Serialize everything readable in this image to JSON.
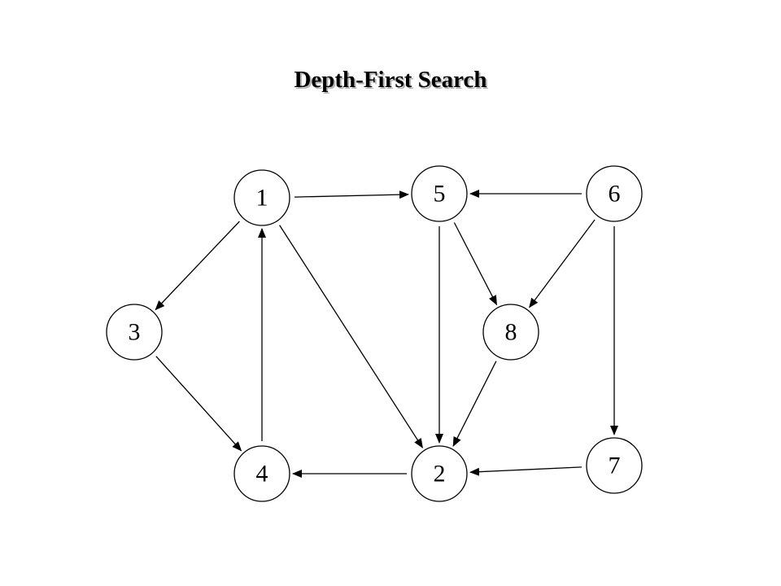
{
  "title": "Depth-First Search",
  "colors": {
    "background": "#ffffff",
    "stroke": "#000000",
    "title_shadow": "#b3b3b3"
  },
  "nodes": [
    {
      "id": "1",
      "label": "1"
    },
    {
      "id": "2",
      "label": "2"
    },
    {
      "id": "3",
      "label": "3"
    },
    {
      "id": "4",
      "label": "4"
    },
    {
      "id": "5",
      "label": "5"
    },
    {
      "id": "6",
      "label": "6"
    },
    {
      "id": "7",
      "label": "7"
    },
    {
      "id": "8",
      "label": "8"
    }
  ],
  "edges": [
    {
      "from": "1",
      "to": "5"
    },
    {
      "from": "1",
      "to": "3"
    },
    {
      "from": "1",
      "to": "2"
    },
    {
      "from": "3",
      "to": "4"
    },
    {
      "from": "4",
      "to": "1"
    },
    {
      "from": "2",
      "to": "4"
    },
    {
      "from": "5",
      "to": "2"
    },
    {
      "from": "5",
      "to": "8"
    },
    {
      "from": "6",
      "to": "5"
    },
    {
      "from": "6",
      "to": "8"
    },
    {
      "from": "6",
      "to": "7"
    },
    {
      "from": "8",
      "to": "2"
    },
    {
      "from": "7",
      "to": "2"
    }
  ]
}
